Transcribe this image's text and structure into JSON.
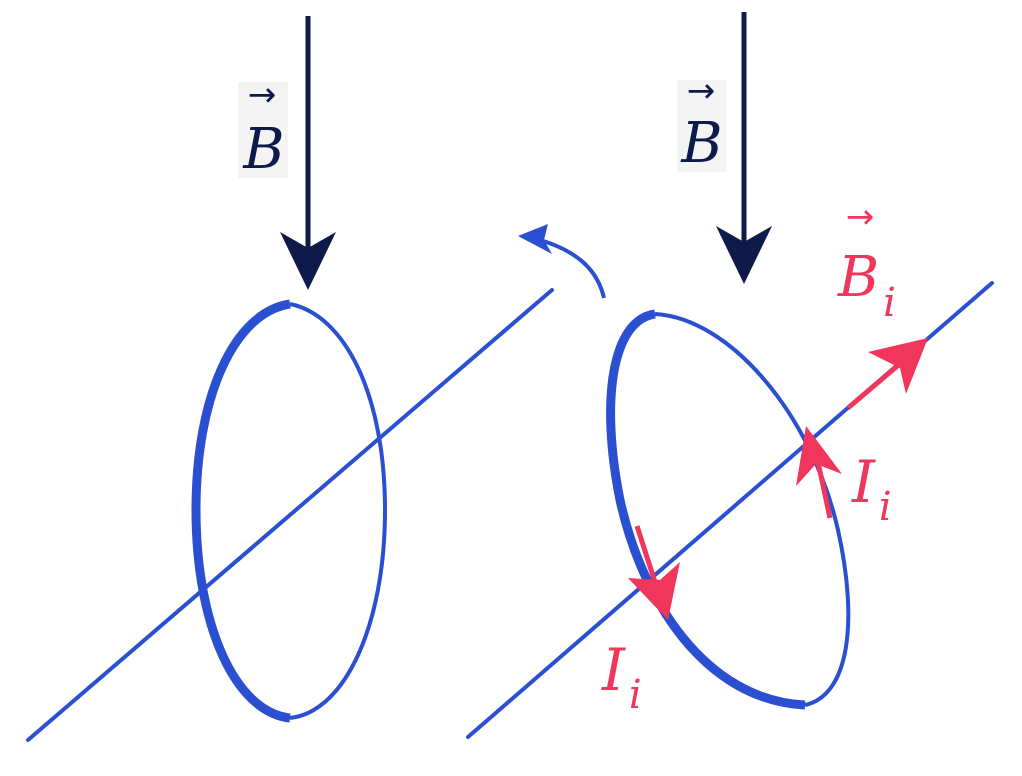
{
  "colors": {
    "field": "#0d1a4a",
    "loop": "#2a4fd0",
    "induced": "#f0365a",
    "label_bg": "#f4f4f4"
  },
  "labels": {
    "vector_arrow": "→",
    "b_field": "B",
    "induced_field_symbol": "B",
    "induced_field_sub": "i",
    "current_symbol": "I",
    "current_sub": "i"
  }
}
